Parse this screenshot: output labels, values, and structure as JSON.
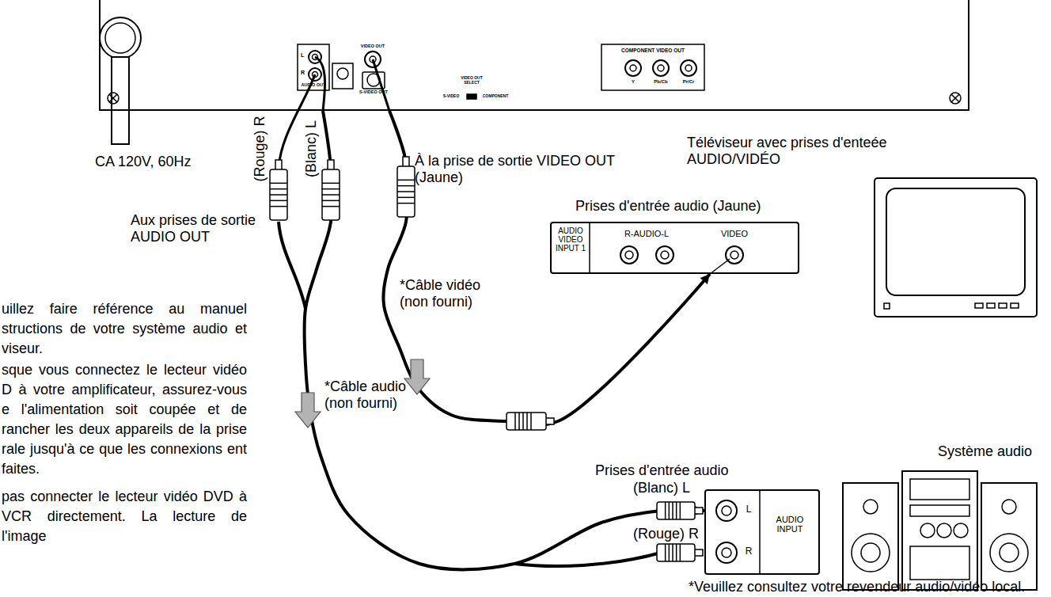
{
  "diagram": {
    "nodes": [
      {
        "text": [
          "L",
          "R",
          "AUDIO OUT",
          "VIDEO OUT",
          "S-VIDEO OUT",
          "VIDEO OUT SELECT",
          "S-VIDEO",
          "COMPONENT",
          "COMPONENT VIDEO OUT",
          "Y",
          "Pb/Cb",
          "Pr/Cr"
        ]
      },
      {
        "text": [
          "AUDIO VIDEO INPUT 1",
          "R-AUDIO-L",
          "VIDEO"
        ]
      },
      {
        "text": [
          "L",
          "R",
          "AUDIO INPUT"
        ]
      }
    ],
    "edges": [
      {
        "from": 0,
        "to": 1,
        "arrow": "to"
      },
      {
        "from": 0,
        "to": 2,
        "arrow": "to"
      }
    ],
    "labels": [
      "CA 120V, 60Hz",
      "(Rouge) R",
      "(Blanc) L",
      "À la prise de sortie VIDEO OUT (Jaune)",
      "Téléviseur avec prises d'enteée AUDIO/VIDÉO",
      "Prises d'entrée audio (Jaune)",
      "Aux prises de sortie AUDIO OUT",
      "*Câble vidéo (non fourni)",
      "*Câble audio (non fourni)",
      "Prises d'entrée audio",
      "(Blanc) L",
      "(Rouge) R",
      "Système audio",
      "*Veuillez consultez votre revendeur audio/vidéo local.",
      "uillez faire référence au manuel structions de votre système audio et viseur.",
      "sque vous connectez le lecteur vidéo D à votre amplificateur, assurez-vous e l'alimentation soit coupée et de rancher les deux appareils de la prise rale jusqu'à ce que les connexions ent faites.",
      "pas connecter le lecteur vidéo DVD à VCR directement. La lecture de l'image"
    ]
  }
}
